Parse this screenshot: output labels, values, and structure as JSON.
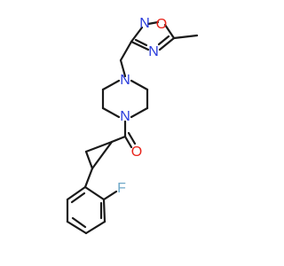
{
  "diagram": {
    "type": "chemical-structure",
    "atoms": {
      "ring_o": {
        "text": "O",
        "color": "#e8231a"
      },
      "ring_n_top": {
        "text": "N",
        "color": "#2a3cdc"
      },
      "ring_n_low": {
        "text": "N",
        "color": "#2a3cdc"
      },
      "pip_n_top": {
        "text": "N",
        "color": "#2a3cdc"
      },
      "pip_n_bottom": {
        "text": "N",
        "color": "#2a3cdc"
      },
      "carbonyl_o": {
        "text": "O",
        "color": "#e8231a"
      },
      "fluorine": {
        "text": "F",
        "color": "#6fa8c8"
      }
    },
    "bond_color": "#1a1a1a"
  }
}
